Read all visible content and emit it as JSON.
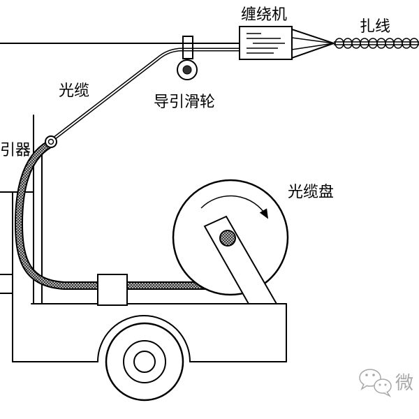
{
  "diagram": {
    "labels": {
      "winding_machine": "缠绕机",
      "binding_wire": "扎线",
      "optical_cable": "光缆",
      "guide_pulley": "导引滑轮",
      "guide": "引器",
      "cable_reel": "光缆盘"
    },
    "watermark": {
      "icon": "wechat-icon",
      "text": "微"
    }
  }
}
